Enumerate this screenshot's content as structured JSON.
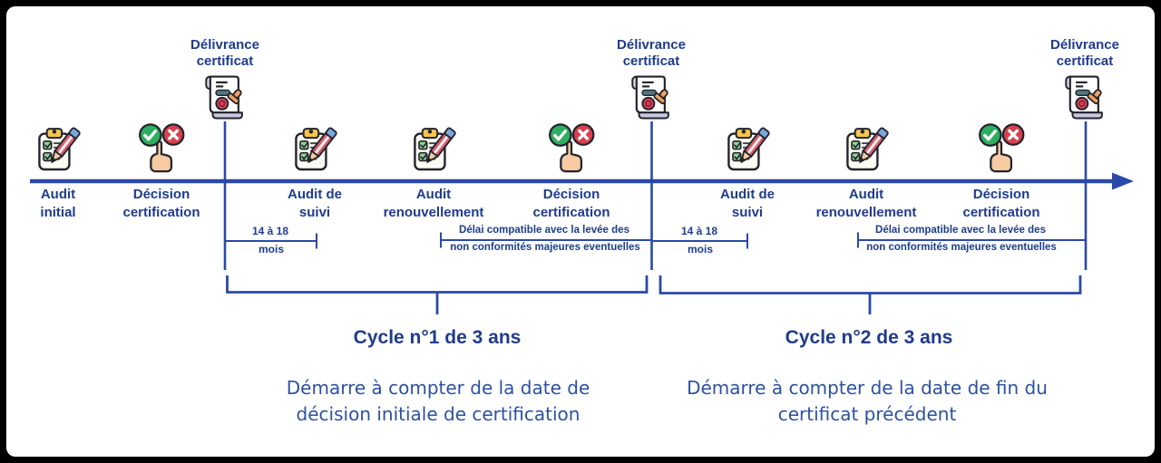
{
  "palette": {
    "frame": "#000000",
    "paper": "#ffffff",
    "ink": "#1e3c8c",
    "line": "#2a49a8",
    "body": "#2d51a0",
    "outline": "#23232d",
    "green": "#2fae61",
    "red": "#d6414e",
    "yellow": "#f6c64b",
    "orange": "#eca35f",
    "teal": "#4e7680",
    "skin": "#f6cba2",
    "seal": "#d8465a",
    "pencil": "#d25b6a",
    "cap": "#7aa7e0",
    "check": "#90d695",
    "gray": "#c9c8de"
  },
  "milestones": [
    {
      "label": "Audit\ninitial",
      "icon": "audit-clipboard-icon"
    },
    {
      "label": "Décision\ncertification",
      "icon": "decision-hand-icon"
    },
    {
      "label": "Audit de\nsuivi",
      "icon": "audit-clipboard-icon"
    },
    {
      "label": "Audit\nrenouvellement",
      "icon": "audit-clipboard-icon"
    },
    {
      "label": "Décision\ncertification",
      "icon": "decision-hand-icon"
    },
    {
      "label": "Audit de\nsuivi",
      "icon": "audit-clipboard-icon"
    },
    {
      "label": "Audit\nrenouvellement",
      "icon": "audit-clipboard-icon"
    },
    {
      "label": "Décision\ncertification",
      "icon": "decision-hand-icon"
    }
  ],
  "certificates": [
    {
      "label": "Délivrance\ncertificat"
    },
    {
      "label": "Délivrance\ncertificat"
    },
    {
      "label": "Délivrance\ncertificat"
    }
  ],
  "intervals": [
    {
      "above": "14 à 18",
      "below": "mois"
    },
    {
      "above": "Délai compatible avec la levée des",
      "below": "non conformités majeures eventuelles"
    },
    {
      "above": "14 à 18",
      "below": "mois"
    },
    {
      "above": "Délai compatible avec la levée des",
      "below": "non conformités majeures eventuelles"
    }
  ],
  "cycles": [
    {
      "title": "Cycle n°1 de 3 ans",
      "description": "Démarre à compter de la date de\ndécision initiale de certification"
    },
    {
      "title": "Cycle n°2 de 3 ans",
      "description": "Démarre à compter de la date de fin du\ncertificat précédent"
    }
  ]
}
